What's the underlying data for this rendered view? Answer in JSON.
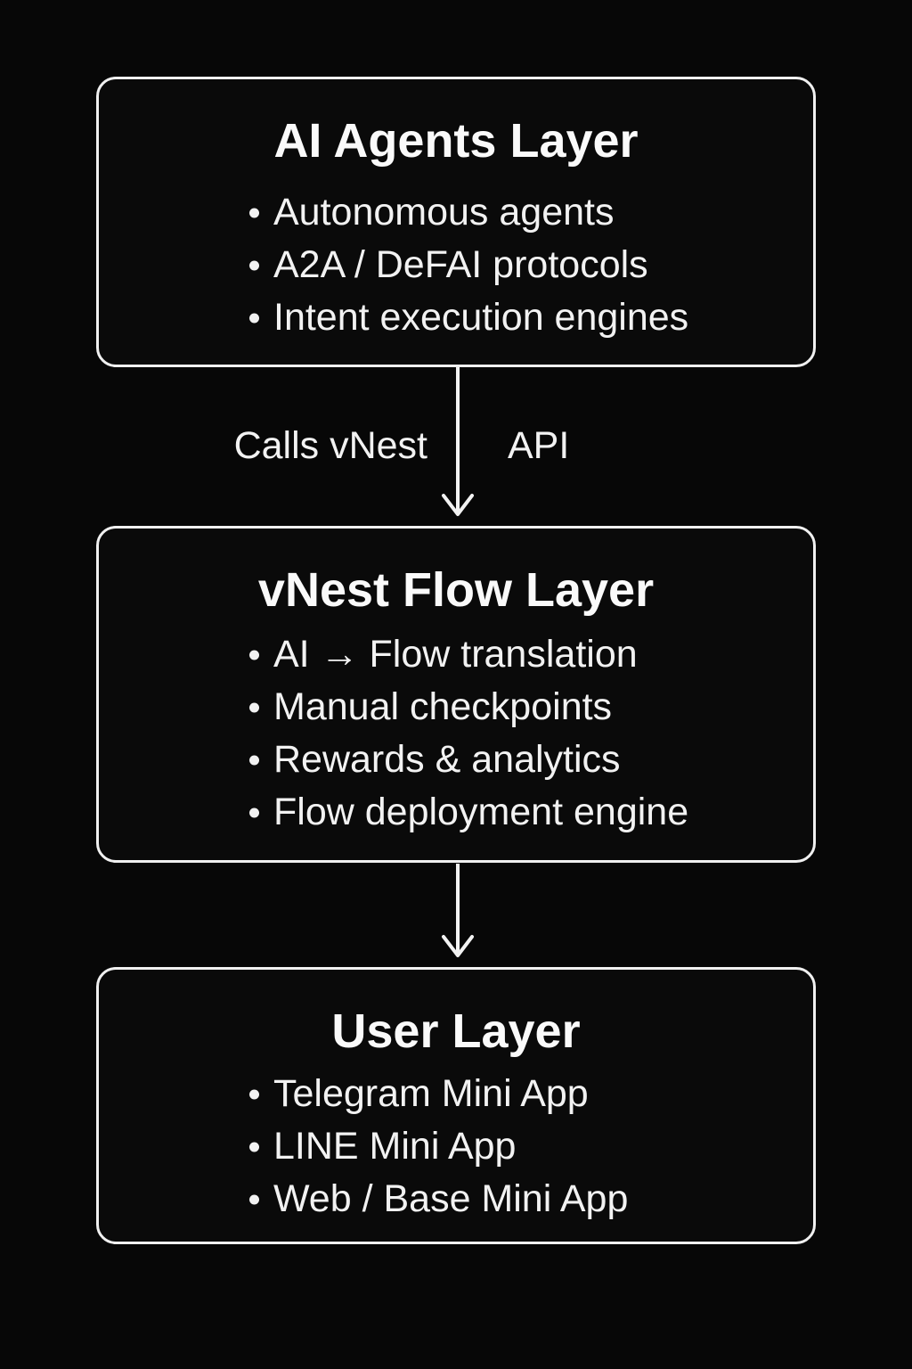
{
  "diagram": {
    "layers": [
      {
        "title": "AI Agents Layer",
        "bullets": [
          "Autonomous agents",
          "A2A / DeFAI protocols",
          "Intent execution engines"
        ]
      },
      {
        "title": "vNest Flow Layer",
        "bullets": [
          "AI → Flow translation",
          "Manual checkpoints",
          "Rewards & analytics",
          "Flow deployment engine"
        ]
      },
      {
        "title": "User Layer",
        "bullets": [
          "Telegram Mini App",
          "LINE Mini App",
          "Web / Base Mini App"
        ]
      }
    ],
    "connector_top": {
      "left_label": "Calls vNest",
      "right_label": "API"
    },
    "colors": {
      "background": "#070707",
      "box_border": "#f0f0f0",
      "text": "#f2f2f2"
    }
  }
}
